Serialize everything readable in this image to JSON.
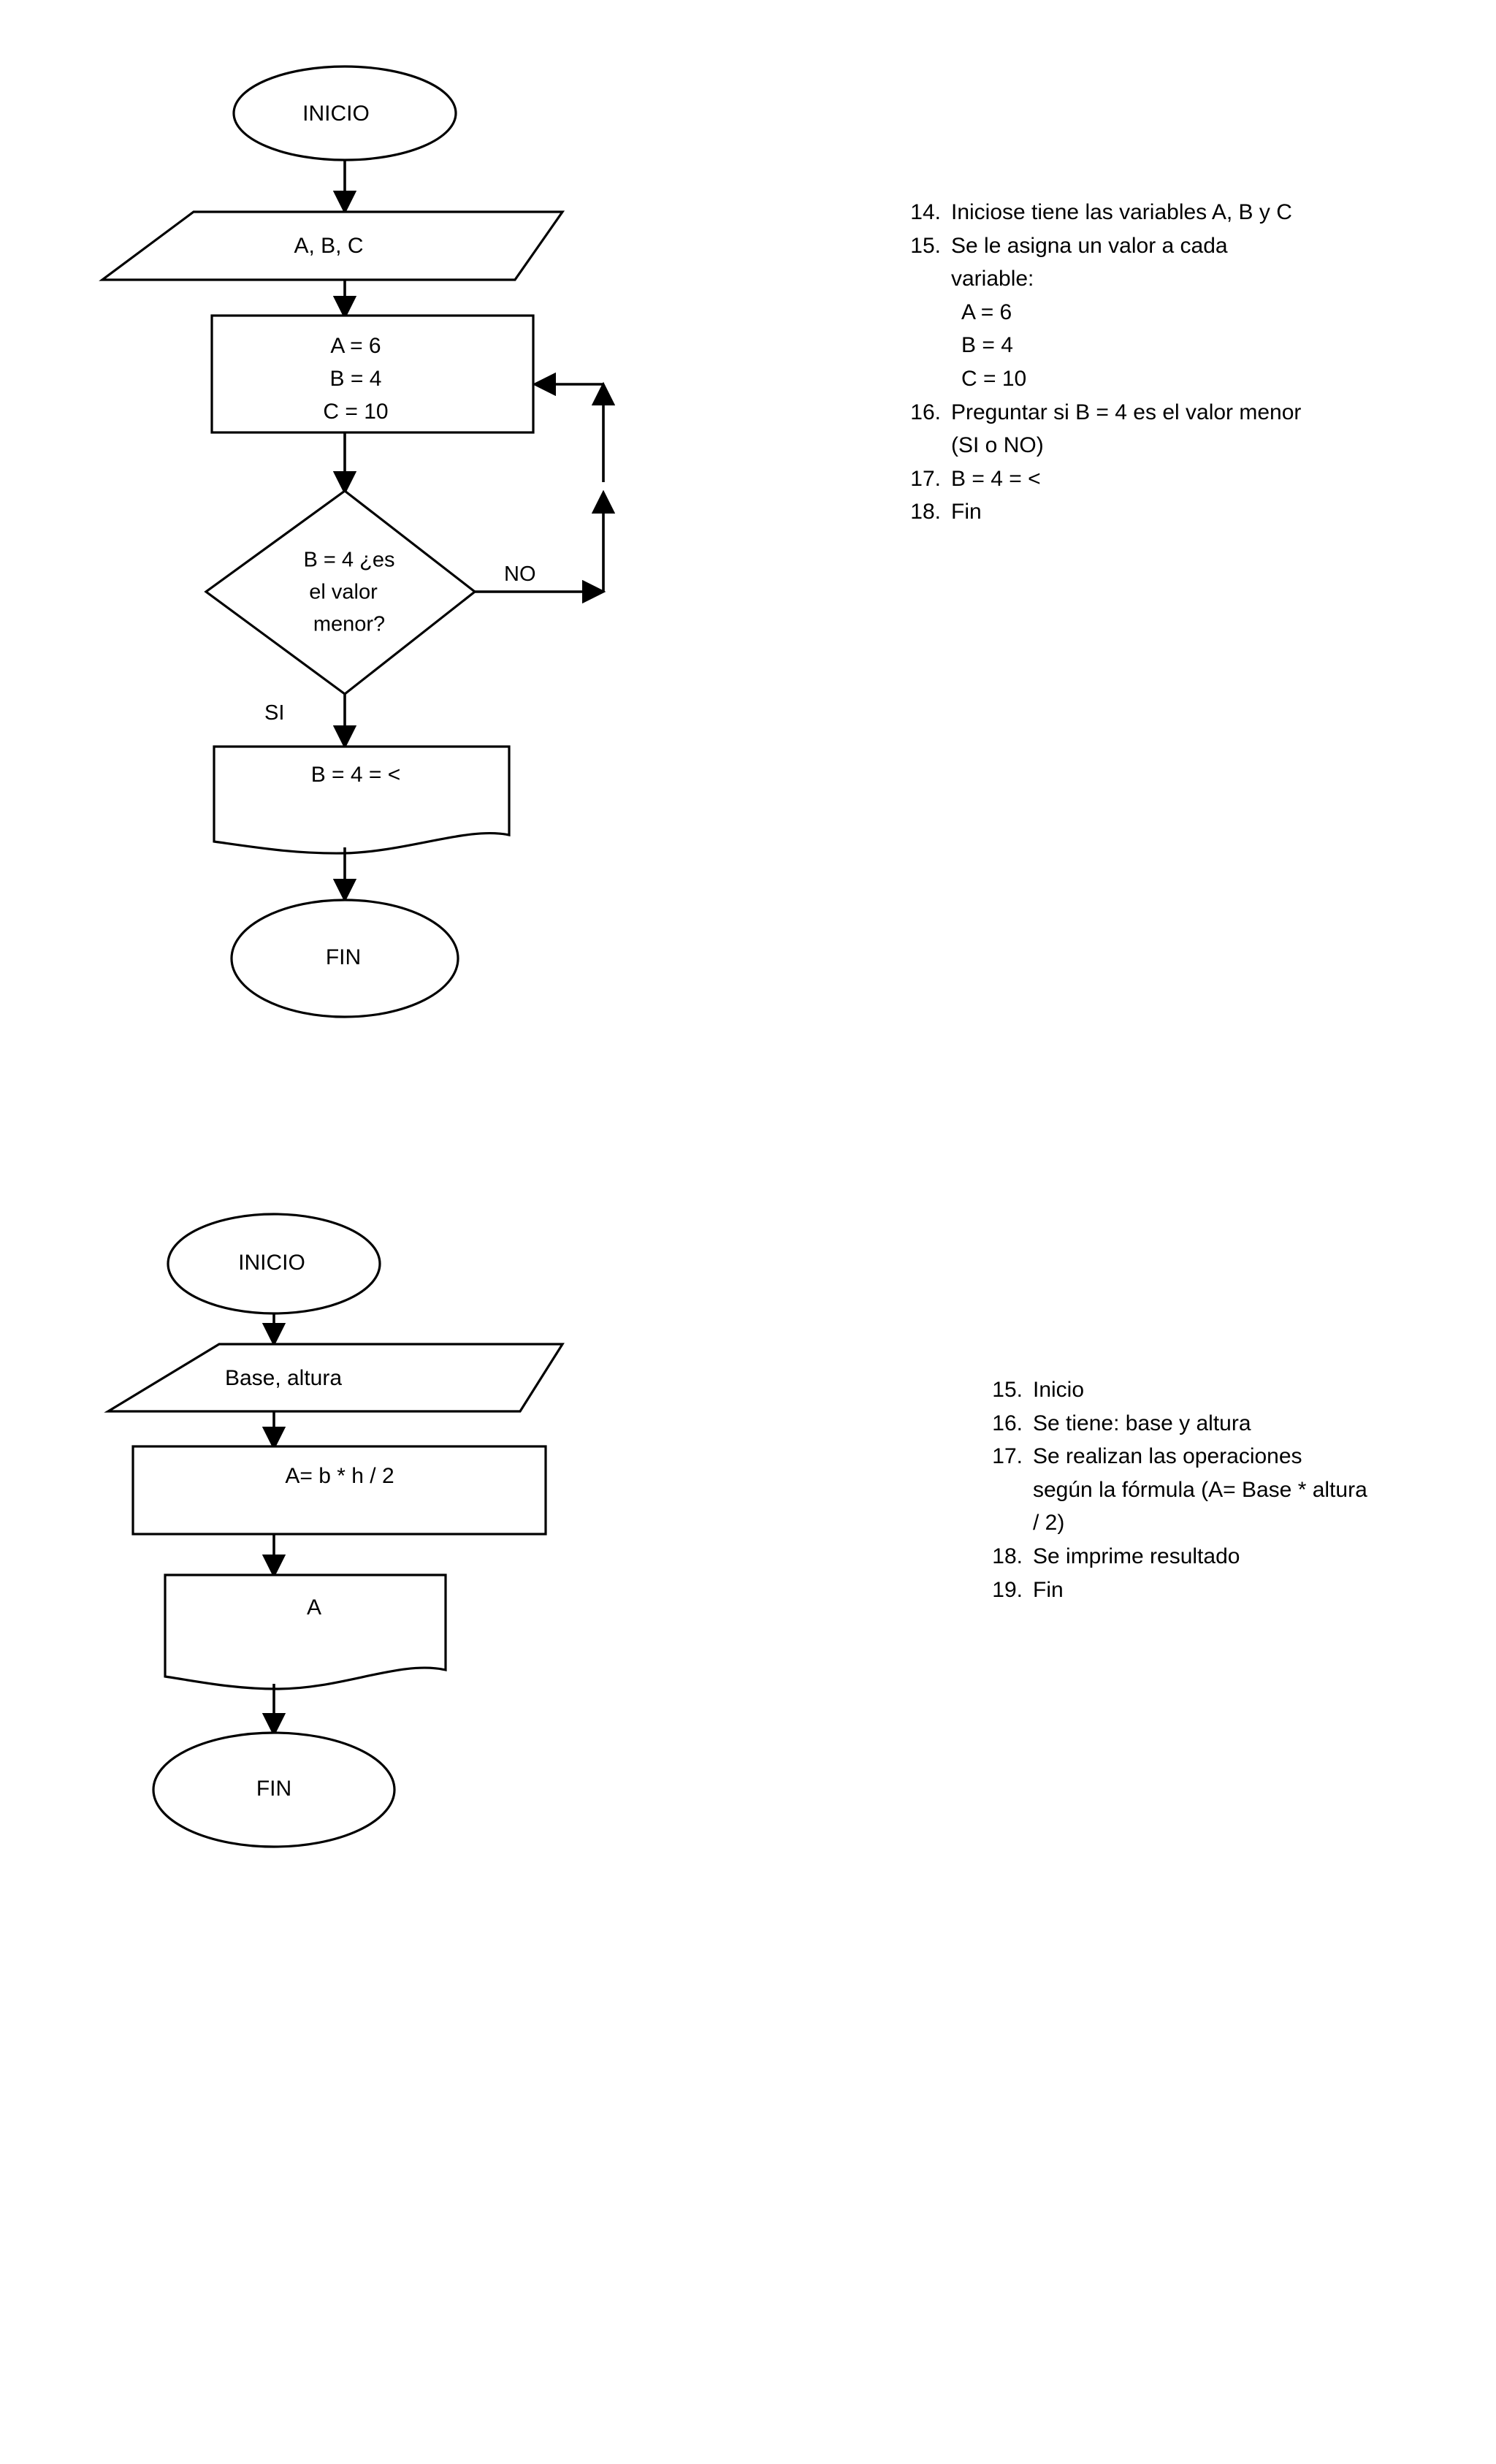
{
  "document": {
    "title": "Diagramas de flujo - ejercicios",
    "language": "es"
  },
  "flowchart_1": {
    "name": "diagrama-valor-menor",
    "nodes": {
      "start": {
        "shape": "terminator",
        "label": "INICIO"
      },
      "input": {
        "shape": "parallelogram",
        "label": "A, B, C"
      },
      "process": {
        "shape": "rectangle",
        "lines": [
          "A =  6",
          "B = 4",
          "C = 10"
        ]
      },
      "decision": {
        "shape": "diamond",
        "lines": [
          "B = 4 ¿es",
          "el valor",
          "menor?"
        ]
      },
      "output": {
        "shape": "document",
        "label": "B = 4 = <"
      },
      "end": {
        "shape": "terminator",
        "label": "FIN"
      }
    },
    "branches": {
      "yes_label": "SI",
      "no_label": "NO"
    }
  },
  "flowchart_2": {
    "name": "diagrama-area-triangulo",
    "nodes": {
      "start": {
        "shape": "terminator",
        "label": "INICIO"
      },
      "input": {
        "shape": "parallelogram",
        "label": "Base, altura"
      },
      "process": {
        "shape": "rectangle",
        "label": "A= b * h / 2"
      },
      "output": {
        "shape": "document",
        "label": "A"
      },
      "end": {
        "shape": "terminator",
        "label": "FIN"
      }
    }
  },
  "list_1": {
    "items": [
      {
        "number": "14.",
        "text": "Iniciose tiene las variables A, B y C",
        "sublines": []
      },
      {
        "number": "15.",
        "text": "Se le asigna un valor a cada variable:",
        "sublines": [
          "A = 6",
          "B = 4",
          "C = 10"
        ]
      },
      {
        "number": "16.",
        "text": "Preguntar si B = 4 es el valor menor (SI o NO)",
        "sublines": []
      },
      {
        "number": "17.",
        "text": "B = 4 = <",
        "sublines": []
      },
      {
        "number": "18.",
        "text": "Fin",
        "sublines": []
      }
    ]
  },
  "list_2": {
    "items": [
      {
        "number": "15.",
        "text": "Inicio",
        "sublines": []
      },
      {
        "number": "16.",
        "text": "Se tiene:  base y altura",
        "sublines": []
      },
      {
        "number": "17.",
        "text": "Se realizan las operaciones según  la fórmula (A= Base * altura / 2)",
        "sublines": []
      },
      {
        "number": "18.",
        "text": "Se imprime resultado",
        "sublines": []
      },
      {
        "number": "19.",
        "text": "Fin",
        "sublines": []
      }
    ]
  },
  "colors": {
    "stroke": "#000000",
    "fill": "#ffffff",
    "text": "#000000"
  }
}
